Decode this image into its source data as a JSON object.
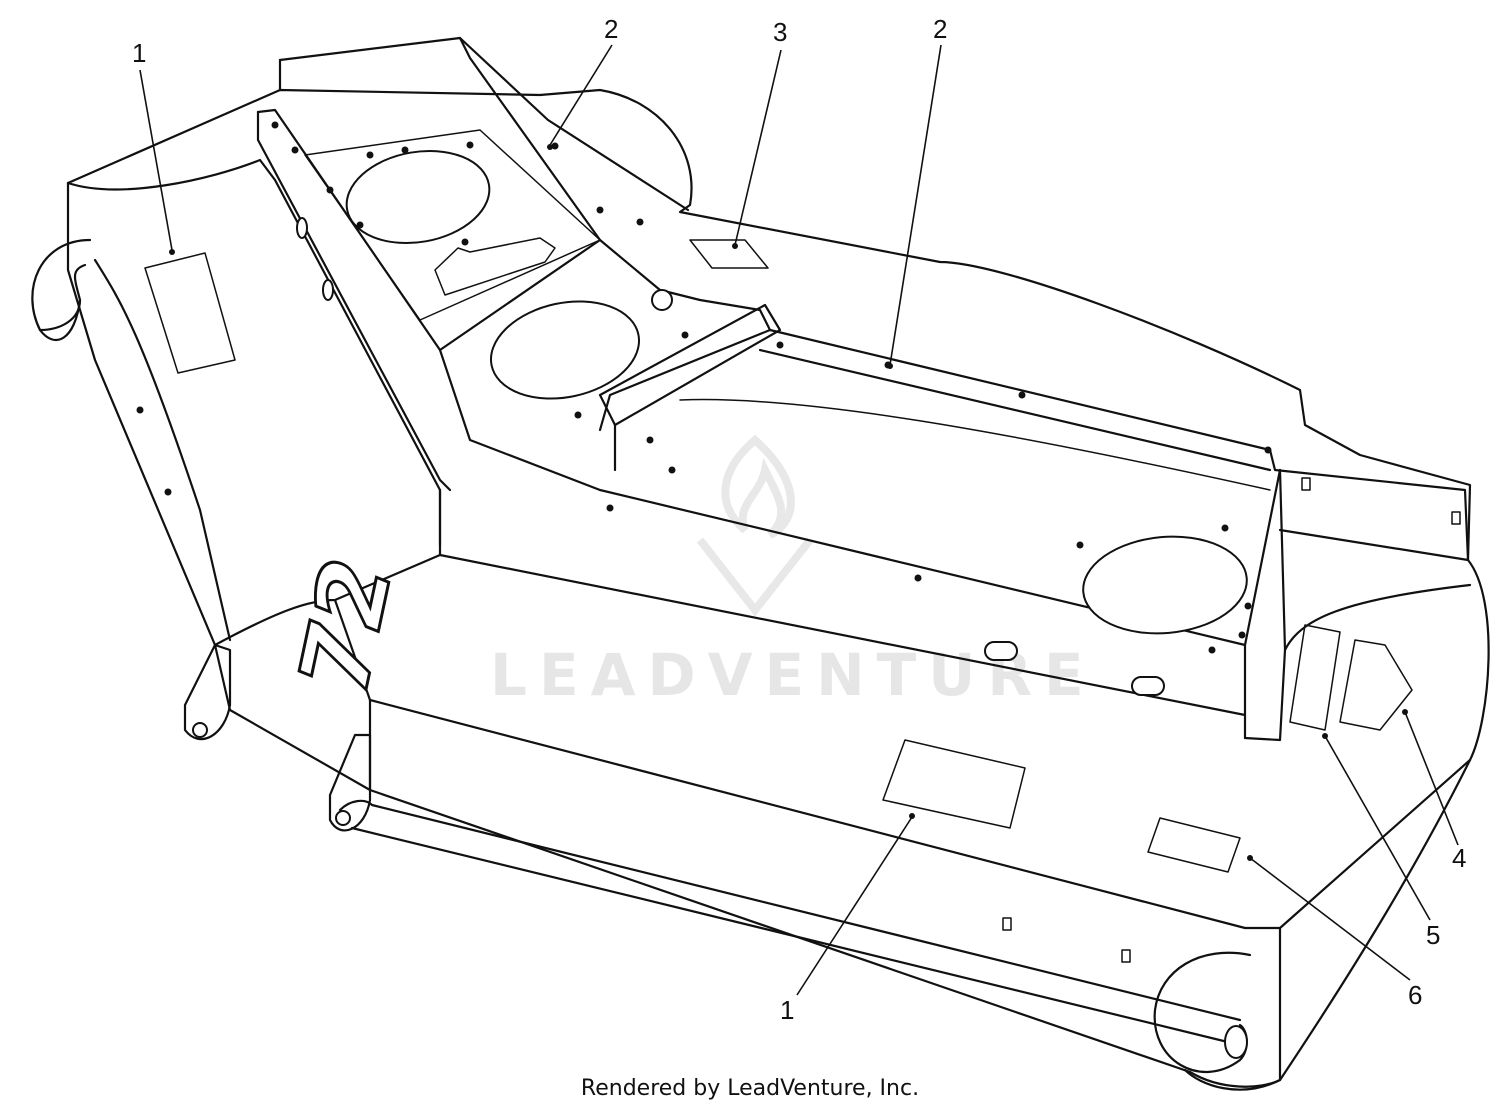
{
  "watermark": "LEADVENTURE",
  "deck_marking": "72",
  "footer": "Rendered by LeadVenture, Inc.",
  "callouts": [
    {
      "id": "c1a",
      "text": "1"
    },
    {
      "id": "c2a",
      "text": "2"
    },
    {
      "id": "c3",
      "text": "3"
    },
    {
      "id": "c2b",
      "text": "2"
    },
    {
      "id": "c4",
      "text": "4"
    },
    {
      "id": "c5",
      "text": "5"
    },
    {
      "id": "c6",
      "text": "6"
    },
    {
      "id": "c1b",
      "text": "1"
    }
  ]
}
